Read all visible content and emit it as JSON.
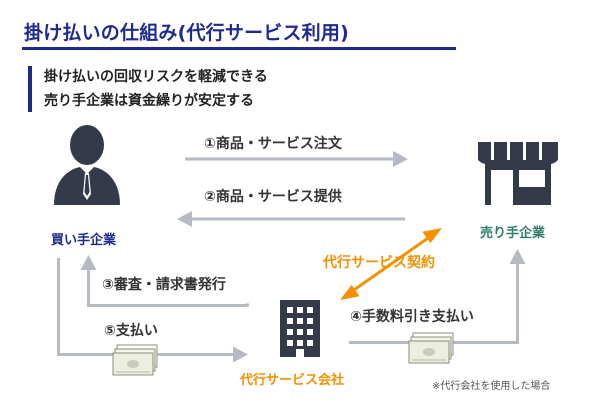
{
  "title": "掛け払いの仕組み(代行サービス利用)",
  "points": [
    "掛け払いの回収リスクを軽減できる",
    "売り手企業は資金繰りが安定する"
  ],
  "actors": {
    "buyer": "買い手企業",
    "seller": "売り手企業",
    "agency": "代行サービス会社"
  },
  "steps": {
    "order": "①商品・サービス注文",
    "provide": "②商品・サービス提供",
    "invoice": "③審査・請求書発行",
    "fee_payment": "④手数料引き支払い",
    "payment": "⑤支払い"
  },
  "contract": "代行サービス契約",
  "note": "※代行会社を使用した場合",
  "colors": {
    "title": "#1e2a8c",
    "buyer_label": "#1e2a8c",
    "seller_label": "#2f7d6a",
    "accent_orange": "#f39200",
    "arrow_gray": "#b5bac3",
    "icon_dark": "#343a4a"
  },
  "icons": {
    "buyer": "businessman-icon",
    "seller": "storefront-icon",
    "agency": "office-building-icon",
    "money": "banknote-stack-icon"
  }
}
